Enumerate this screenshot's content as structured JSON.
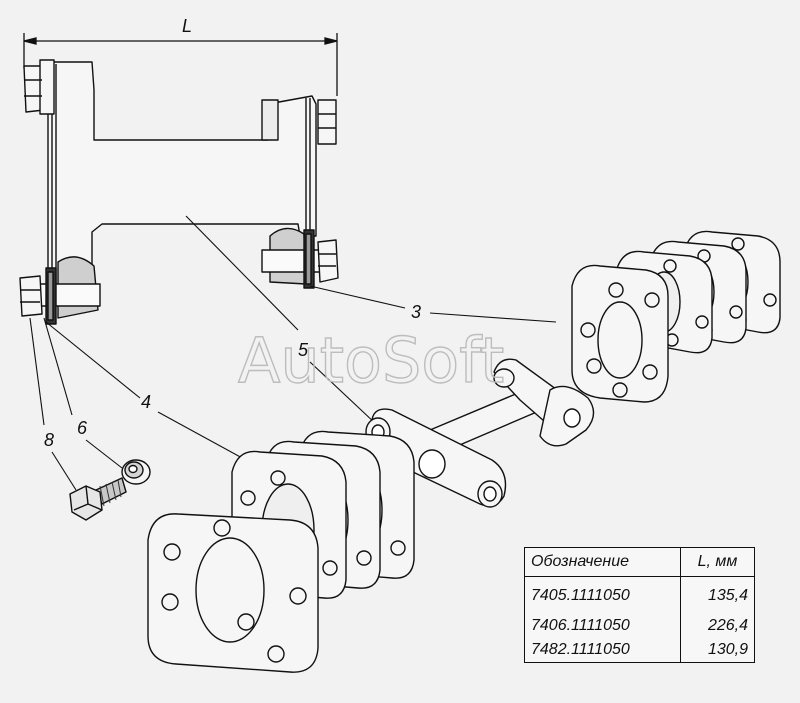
{
  "dimension_label": "L",
  "callouts": {
    "c3": "3",
    "c4": "4",
    "c5": "5",
    "c6": "6",
    "c8": "8"
  },
  "watermark": "AutoSoft",
  "table": {
    "header_designation": "Обозначение",
    "header_length": "L, мм",
    "rows": [
      {
        "designation": "7405.1111050",
        "length": "135,4"
      },
      {
        "designation": "7406.1111050",
        "length": "226,4"
      },
      {
        "designation": "7482.1111050",
        "length": "130,9"
      }
    ]
  }
}
